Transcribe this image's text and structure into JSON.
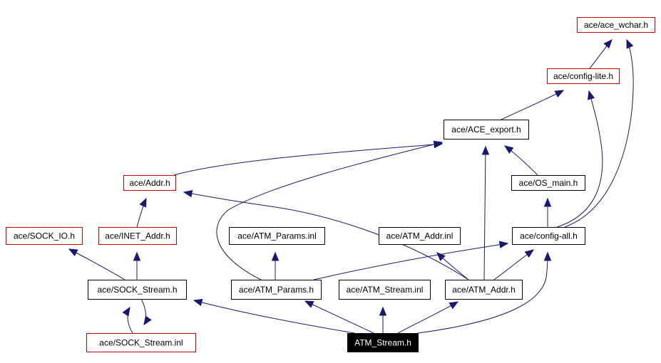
{
  "colors": {
    "edge": "#191970",
    "border_default": "#000000",
    "border_truncated": "#cc0000",
    "root_fill": "#000000",
    "root_text": "#ffffff",
    "node_fill": "#ffffff",
    "node_text": "#000000"
  },
  "nodes": [
    {
      "id": "ace_wchar",
      "label": "ace/ace_wchar.h",
      "style": "truncated"
    },
    {
      "id": "config_lite",
      "label": "ace/config-lite.h",
      "style": "truncated"
    },
    {
      "id": "ace_export",
      "label": "ace/ACE_export.h",
      "style": "normal"
    },
    {
      "id": "addr",
      "label": "ace/Addr.h",
      "style": "truncated"
    },
    {
      "id": "os_main",
      "label": "ace/OS_main.h",
      "style": "normal"
    },
    {
      "id": "sock_io",
      "label": "ace/SOCK_IO.h",
      "style": "truncated"
    },
    {
      "id": "inet_addr",
      "label": "ace/INET_Addr.h",
      "style": "truncated"
    },
    {
      "id": "atm_params_inl",
      "label": "ace/ATM_Params.inl",
      "style": "normal"
    },
    {
      "id": "atm_addr_inl",
      "label": "ace/ATM_Addr.inl",
      "style": "normal"
    },
    {
      "id": "config_all",
      "label": "ace/config-all.h",
      "style": "normal"
    },
    {
      "id": "sock_stream",
      "label": "ace/SOCK_Stream.h",
      "style": "normal"
    },
    {
      "id": "atm_params",
      "label": "ace/ATM_Params.h",
      "style": "normal"
    },
    {
      "id": "atm_stream_inl",
      "label": "ace/ATM_Stream.inl",
      "style": "normal"
    },
    {
      "id": "atm_addr",
      "label": "ace/ATM_Addr.h",
      "style": "normal"
    },
    {
      "id": "sock_stream_inl",
      "label": "ace/SOCK_Stream.inl",
      "style": "truncated"
    },
    {
      "id": "atm_stream",
      "label": "ATM_Stream.h",
      "style": "root"
    }
  ],
  "edges": [
    {
      "from": "config_lite",
      "to": "ace_wchar"
    },
    {
      "from": "config_all",
      "to": "ace_wchar"
    },
    {
      "from": "ace_export",
      "to": "config_lite"
    },
    {
      "from": "config_all",
      "to": "config_lite"
    },
    {
      "from": "addr",
      "to": "ace_export"
    },
    {
      "from": "os_main",
      "to": "ace_export"
    },
    {
      "from": "atm_params",
      "to": "ace_export"
    },
    {
      "from": "atm_addr",
      "to": "ace_export"
    },
    {
      "from": "config_all",
      "to": "os_main"
    },
    {
      "from": "inet_addr",
      "to": "addr"
    },
    {
      "from": "atm_addr",
      "to": "addr"
    },
    {
      "from": "sock_stream",
      "to": "sock_io"
    },
    {
      "from": "sock_stream",
      "to": "inet_addr"
    },
    {
      "from": "atm_params",
      "to": "atm_params_inl"
    },
    {
      "from": "atm_addr",
      "to": "atm_addr_inl"
    },
    {
      "from": "atm_params",
      "to": "config_all"
    },
    {
      "from": "atm_addr",
      "to": "config_all"
    },
    {
      "from": "atm_stream",
      "to": "config_all"
    },
    {
      "from": "sock_stream_inl",
      "to": "sock_stream"
    },
    {
      "from": "sock_stream",
      "to": "sock_stream_inl"
    },
    {
      "from": "atm_stream",
      "to": "sock_stream"
    },
    {
      "from": "atm_stream",
      "to": "atm_params"
    },
    {
      "from": "atm_stream",
      "to": "atm_stream_inl"
    },
    {
      "from": "atm_stream",
      "to": "atm_addr"
    }
  ]
}
